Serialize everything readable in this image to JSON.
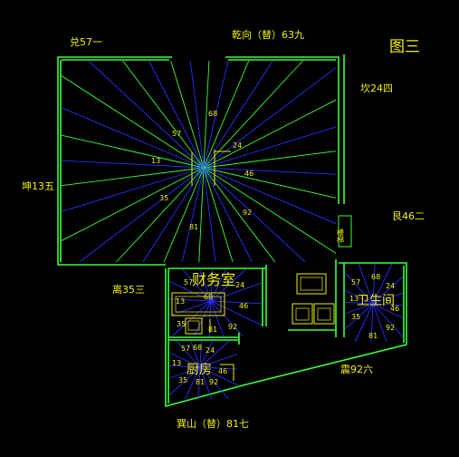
{
  "colors": {
    "background": "#000000",
    "walls": "#39ff39",
    "rays": "#2d2dff",
    "text": "#f0f000"
  },
  "title": "图三",
  "directions": {
    "top": "乾向（替）63九",
    "top_left": "兑57一",
    "top_right": "坎24四",
    "left": "坤13五",
    "right": "艮46二",
    "bottom_left": "离35三",
    "bottom_right": "震92六",
    "bottom": "巽山（替）81七"
  },
  "rooms": {
    "living": {
      "numbers": [
        "68",
        "57",
        "24",
        "13",
        "46",
        "35",
        "92",
        "81"
      ]
    },
    "bedroom": {
      "label": "财务室",
      "numbers": [
        "68",
        "57",
        "24",
        "13",
        "46",
        "35",
        "92",
        "81"
      ]
    },
    "bathroom": {
      "label": "卫生间",
      "numbers": [
        "68",
        "57",
        "24",
        "13",
        "46",
        "35",
        "92",
        "81"
      ]
    },
    "storage": {
      "label": "厨房",
      "numbers": [
        "68",
        "57",
        "24",
        "13",
        "46",
        "35",
        "92",
        "81"
      ]
    }
  },
  "stair": {
    "label": "楼梯"
  }
}
